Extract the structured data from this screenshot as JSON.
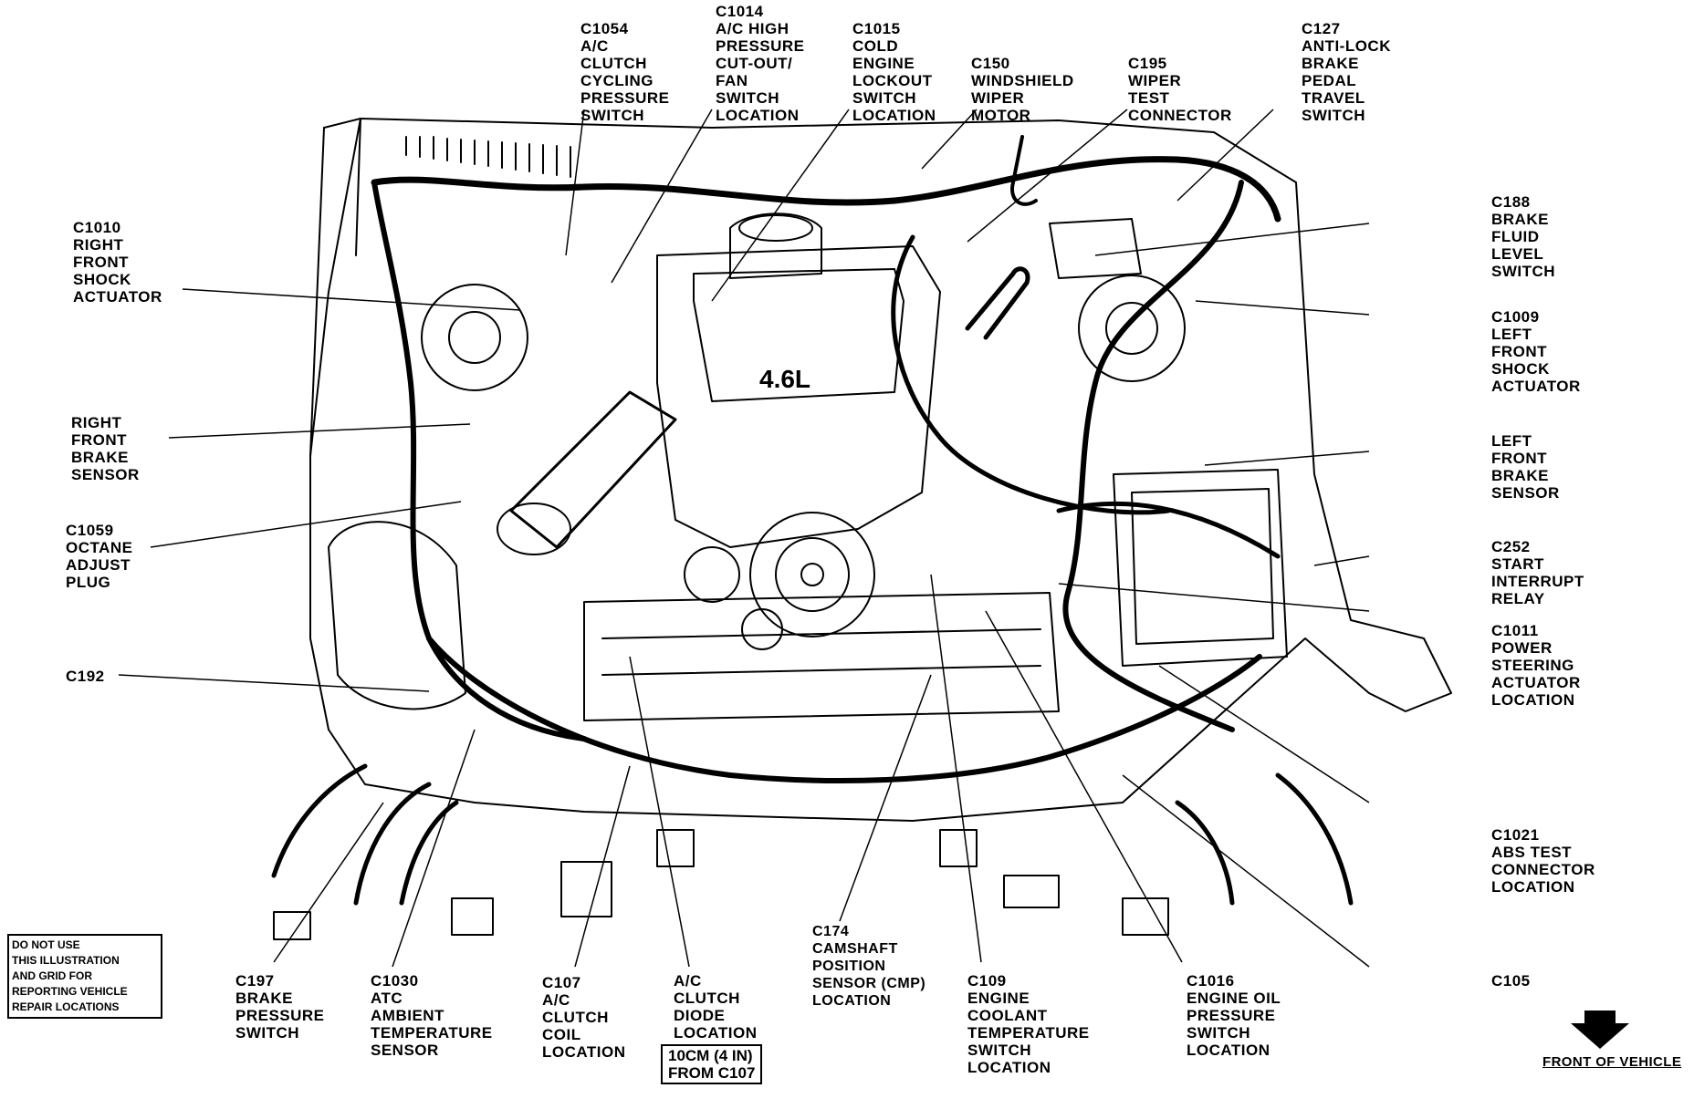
{
  "labels": {
    "c1054": [
      "C1054",
      "A/C",
      "CLUTCH",
      "CYCLING",
      "PRESSURE",
      "SWITCH"
    ],
    "c1014": [
      "C1014",
      "A/C HIGH",
      "PRESSURE",
      "CUT-OUT/",
      "FAN",
      "SWITCH",
      "LOCATION"
    ],
    "c1015": [
      "C1015",
      "COLD",
      "ENGINE",
      "LOCKOUT",
      "SWITCH",
      "LOCATION"
    ],
    "c150": [
      "C150",
      "WINDSHIELD",
      "WIPER",
      "MOTOR"
    ],
    "c195": [
      "C195",
      "WIPER",
      "TEST",
      "CONNECTOR"
    ],
    "c127": [
      "C127",
      "ANTI-LOCK",
      "BRAKE",
      "PEDAL",
      "TRAVEL",
      "SWITCH"
    ],
    "c1010": [
      "C1010",
      "RIGHT",
      "FRONT",
      "SHOCK",
      "ACTUATOR"
    ],
    "c188": [
      "C188",
      "BRAKE",
      "FLUID",
      "LEVEL",
      "SWITCH"
    ],
    "c1009": [
      "C1009",
      "LEFT",
      "FRONT",
      "SHOCK",
      "ACTUATOR"
    ],
    "rfbs": [
      "RIGHT",
      "FRONT",
      "BRAKE",
      "SENSOR"
    ],
    "lfbs": [
      "LEFT",
      "FRONT",
      "BRAKE",
      "SENSOR"
    ],
    "c1059": [
      "C1059",
      "OCTANE",
      "ADJUST",
      "PLUG"
    ],
    "c252": [
      "C252",
      "START",
      "INTERRUPT",
      "RELAY"
    ],
    "c1011": [
      "C1011",
      "POWER",
      "STEERING",
      "ACTUATOR",
      "LOCATION"
    ],
    "c192": [
      "C192"
    ],
    "c1021": [
      "C1021",
      "ABS TEST",
      "CONNECTOR",
      "LOCATION"
    ],
    "c105": [
      "C105"
    ],
    "c197": [
      "C197",
      "BRAKE",
      "PRESSURE",
      "SWITCH"
    ],
    "c1030": [
      "C1030",
      "ATC",
      "AMBIENT",
      "TEMPERATURE",
      "SENSOR"
    ],
    "c107": [
      "C107",
      "A/C",
      "CLUTCH",
      "COIL",
      "LOCATION"
    ],
    "acdiode": [
      "A/C",
      "CLUTCH",
      "DIODE",
      "LOCATION"
    ],
    "c174": [
      "C174",
      "CAMSHAFT",
      "POSITION",
      "SENSOR (CMP)",
      "LOCATION"
    ],
    "c109": [
      "C109",
      "ENGINE",
      "COOLANT",
      "TEMPERATURE",
      "SWITCH",
      "LOCATION"
    ],
    "c1016": [
      "C1016",
      "ENGINE OIL",
      "PRESSURE",
      "SWITCH",
      "LOCATION"
    ]
  },
  "distance_note": [
    "10CM (4 IN)",
    "FROM C107"
  ],
  "disclaimer": [
    "DO NOT USE",
    "THIS ILLUSTRATION",
    "AND GRID FOR",
    "REPORTING VEHICLE",
    "REPAIR LOCATIONS"
  ],
  "front_of_vehicle": "FRONT OF VEHICLE",
  "engine_badge": "4.6L",
  "icons": {
    "front_arrow": "down-arrow-icon"
  },
  "colors": {
    "ink": "#000000",
    "paper": "#ffffff"
  }
}
